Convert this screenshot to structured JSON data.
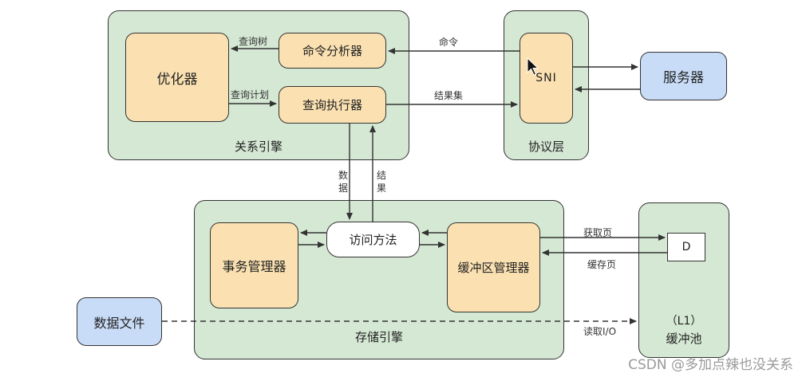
{
  "relation_engine": {
    "label": "关系引擎",
    "optimizer": "优化器",
    "command_analyzer": "命令分析器",
    "query_executor": "查询执行器",
    "edge_query_tree": "查询树",
    "edge_query_plan": "查询计划"
  },
  "protocol_layer": {
    "label": "协议层",
    "sni": "SNI"
  },
  "server": "服务器",
  "edges": {
    "command": "命令",
    "result_set": "结果集",
    "data": "数\n据",
    "result": "结\n果",
    "get_page": "获取页",
    "cache_page": "缓存页",
    "read_io": "读取I/O"
  },
  "storage_engine": {
    "label": "存储引擎",
    "transaction_manager": "事务管理器",
    "access_method": "访问方法",
    "buffer_manager": "缓冲区管理器"
  },
  "buffer_pool": {
    "page": "D",
    "level": "（L1）",
    "label": "缓冲池"
  },
  "data_file": "数据文件",
  "watermark": "CSDN @多加点辣也没关系",
  "colors": {
    "group_fill": "#d5e8d4",
    "component_fill": "#fbe1b1",
    "external_fill": "#c8dcf7"
  }
}
